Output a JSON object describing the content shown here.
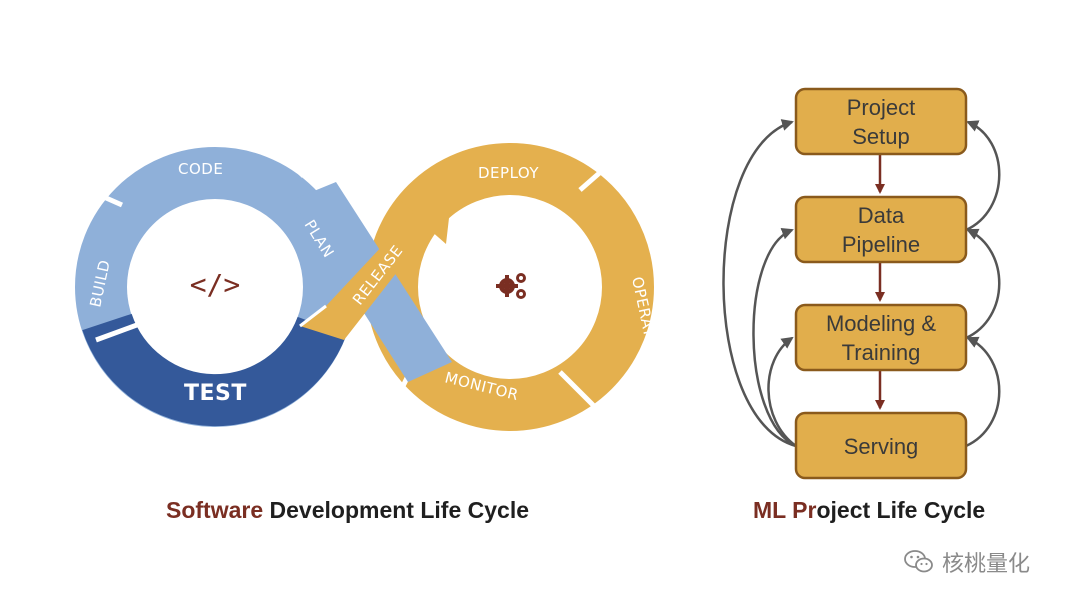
{
  "sdlc": {
    "segments": {
      "code": "CODE",
      "build": "BUILD",
      "test": "TEST",
      "plan": "PLAN",
      "release": "RELEASE",
      "deploy": "DEPLOY",
      "operate": "OPERATE",
      "monitor": "MONITOR"
    },
    "dev_icon_glyph": "</>",
    "ops_icon": "gears-icon",
    "colors": {
      "blue_light": "#8fb0d9",
      "blue_dark": "#34599a",
      "orange": "#e4b04e",
      "icon": "#7a2e22"
    },
    "caption": {
      "accent": "Software",
      "rest": " Development Life Cycle"
    }
  },
  "ml": {
    "boxes": [
      {
        "lines": [
          "Project",
          "Setup"
        ]
      },
      {
        "lines": [
          "Data",
          "Pipeline"
        ]
      },
      {
        "lines": [
          "Modeling &",
          "Training"
        ]
      },
      {
        "lines": [
          "Serving"
        ]
      }
    ],
    "colors": {
      "box_fill": "#e1ae4c",
      "box_stroke": "#8a5a1c",
      "arrow": "#7a2e22",
      "loop_arrow": "#555555"
    },
    "caption": {
      "accent": "ML Pr",
      "rest": "oject Life Cycle"
    }
  },
  "watermark": {
    "icon": "wechat-icon",
    "text": "核桃量化"
  }
}
